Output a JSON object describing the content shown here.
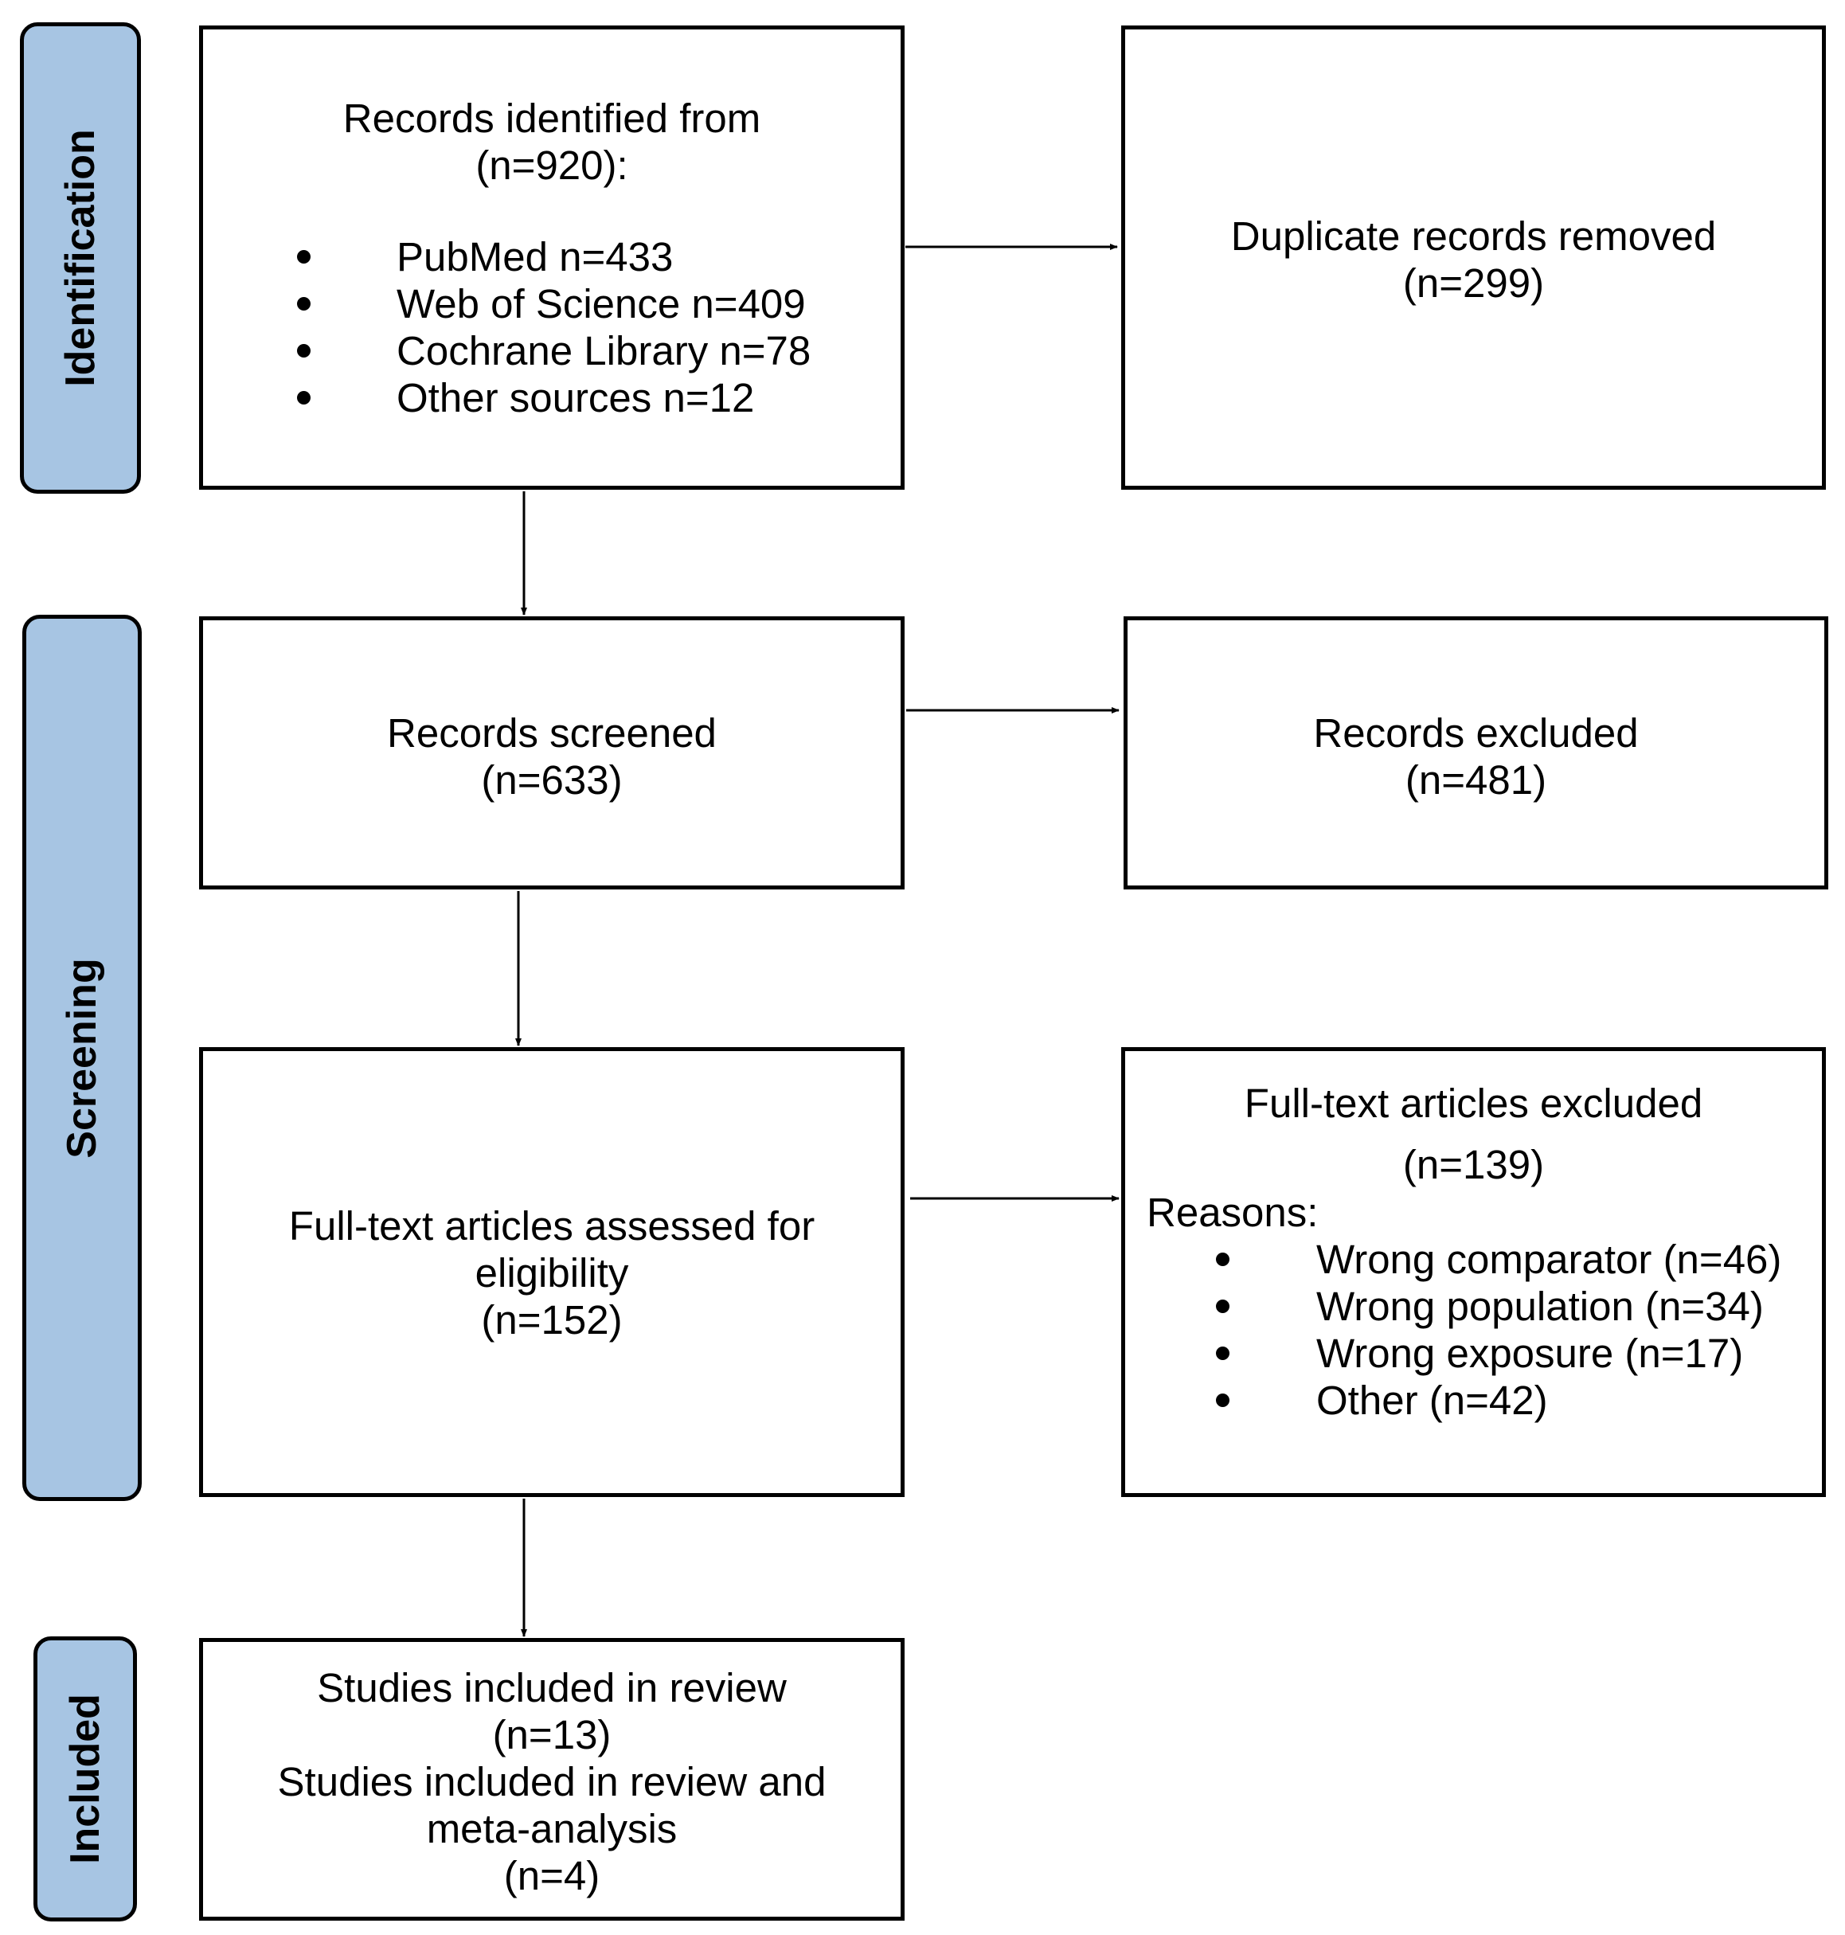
{
  "phases": {
    "identification": "Identification",
    "screening": "Screening",
    "included": "Included"
  },
  "identification_box": {
    "line1": "Records identified from",
    "line2": "(n=920):",
    "sources": [
      "PubMed n=433",
      "Web of Science n=409",
      "Cochrane Library n=78",
      "Other sources n=12"
    ]
  },
  "duplicates_box": {
    "line1": "Duplicate records removed",
    "line2": "(n=299)"
  },
  "screened_box": {
    "line1": "Records screened",
    "line2": "(n=633)"
  },
  "excluded_box": {
    "line1": "Records excluded",
    "line2": "(n=481)"
  },
  "fulltext_box": {
    "line1": "Full-text articles assessed for",
    "line2": "eligibility",
    "line3": "(n=152)"
  },
  "fulltext_excluded_box": {
    "line1": "Full-text articles excluded",
    "line2": "(n=139)",
    "reasons_label": "Reasons:",
    "reasons": [
      "Wrong comparator (n=46)",
      "Wrong population (n=34)",
      "Wrong exposure (n=17)",
      "Other (n=42)"
    ]
  },
  "included_box": {
    "line1": "Studies included in review",
    "line2": "(n=13)",
    "line3": "Studies included in review and",
    "line4": "meta-analysis",
    "line5": "(n=4)"
  }
}
